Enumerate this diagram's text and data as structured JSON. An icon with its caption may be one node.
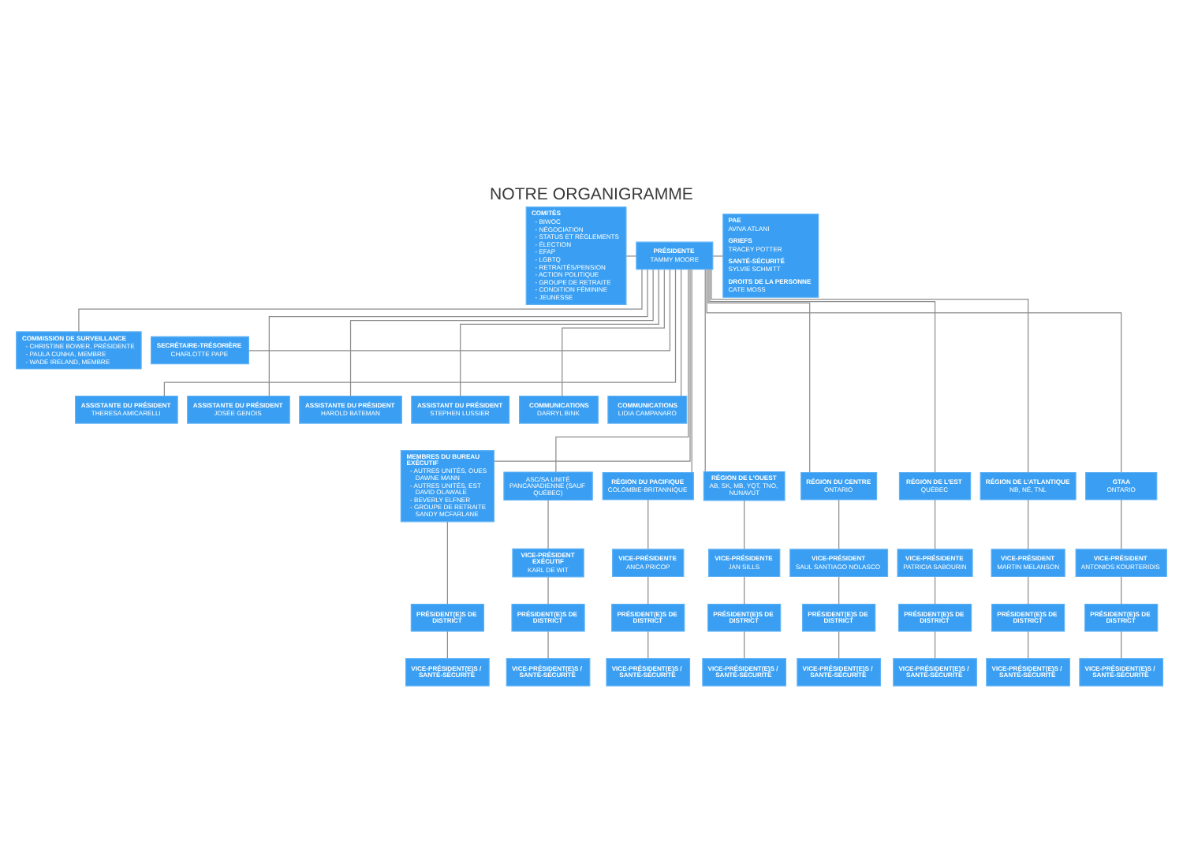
{
  "diagram": {
    "title": "NOTRE ORGANIGRAMME",
    "nodes": [
      {
        "text": [
          "PRÉSIDENTE",
          "TAMMY MOORE"
        ]
      },
      {
        "text": [
          "COMITÉS",
          "- BIWOC",
          "- NÉGOCIATION",
          "- STATUS ET RÈGLEMENTS",
          "- ÉLECTION",
          "- EFAP",
          "- LGBTQ",
          "- RETRAITÉS/PENSION",
          "- ACTION POLITIQUE",
          "- GROUPE DE RETRAITE",
          "- CONDITION FÉMININE",
          "- JEUNESSE"
        ]
      },
      {
        "text": [
          "PAE",
          "AVIVA ATLANI",
          "GRIEFS",
          "TRACEY POTTER",
          "SANTÉ-SÉCURITÉ",
          "SYLVIE SCHMITT",
          "DROITS DE LA PERSONNE",
          "CATE MOSS"
        ]
      },
      {
        "text": [
          "COMMISSION DE SURVEILLANCE",
          "- CHRISTINE BOWER, PRÉSIDENTE",
          "- PAULA CUNHA, MEMBRE",
          "- WADE IRELAND, MEMBRE"
        ]
      },
      {
        "text": [
          "SECRÉTAIRE-TRÉSORIÈRE",
          "CHARLOTTE PAPE"
        ]
      },
      {
        "text": [
          "ASSISTANTE DU PRÉSIDENT",
          "THERESA AMICARELLI"
        ]
      },
      {
        "text": [
          "ASSISTANTE DU PRÉSIDENT",
          "JOSÉE GENOIS"
        ]
      },
      {
        "text": [
          "ASSISTANTE DU PRÉSIDENT",
          "HAROLD BATEMAN"
        ]
      },
      {
        "text": [
          "ASSISTANT DU PRÉSIDENT",
          "STEPHEN LUSSIER"
        ]
      },
      {
        "text": [
          "COMMUNICATIONS",
          "DARRYL BINK"
        ]
      },
      {
        "text": [
          "COMMUNICATIONS",
          "LIDIA CAMPANARO"
        ]
      },
      {
        "text": [
          "MEMBRES DU BUREAU EXÉCUTIF",
          "- AUTRES UNITÉS, OUES DAWNE MANN",
          "- AUTRES UNITÉS, EST DAVID OLAWALE",
          "- BEVERLY ELFNER",
          "- GROUPE DE RETRAITE SANDY MCFARLANE"
        ]
      },
      {
        "text": [
          "PRÉSIDENT(E)S DE DISTRICT"
        ]
      },
      {
        "text": [
          "VICE-PRÉSIDENT(E)S / SANTÉ-SÉCURITÉ"
        ]
      },
      {
        "text": [
          "ASC/SA UNITÉ PANCANADIENNE (SAUF QUÉBEC)"
        ]
      },
      {
        "text": [
          "VICE-PRÉSIDENT EXÉCUTIF",
          "KARL DE WIT"
        ]
      },
      {
        "text": [
          "PRÉSIDENT(E)S DE DISTRICT"
        ]
      },
      {
        "text": [
          "VICE-PRÉSIDENT(E)S / SANTÉ-SÉCURITÉ"
        ]
      },
      {
        "text": [
          "RÉGION DU PACIFIQUE",
          "COLOMBIE-BRITANNIQUE"
        ]
      },
      {
        "text": [
          "VICE-PRÉSIDENTE",
          "ANCA PRICOP"
        ]
      },
      {
        "text": [
          "PRÉSIDENT(E)S DE DISTRICT"
        ]
      },
      {
        "text": [
          "VICE-PRÉSIDENT(E)S / SANTÉ-SÉCURITÉ"
        ]
      },
      {
        "text": [
          "RÉGION DE L'OUEST",
          "AB, SK, MB, YQT, TNO, NUNAVUT"
        ]
      },
      {
        "text": [
          "VICE-PRÉSIDENTE",
          "JAN SILLS"
        ]
      },
      {
        "text": [
          "PRÉSIDENT(E)S DE DISTRICT"
        ]
      },
      {
        "text": [
          "VICE-PRÉSIDENT(E)S / SANTÉ-SÉCURITÉ"
        ]
      },
      {
        "text": [
          "RÉGION DU CENTRE",
          "ONTARIO"
        ]
      },
      {
        "text": [
          "VICE-PRÉSIDENT",
          "SAUL SANTIAGO NOLASCO"
        ]
      },
      {
        "text": [
          "PRÉSIDENT(E)S DE DISTRICT"
        ]
      },
      {
        "text": [
          "VICE-PRÉSIDENT(E)S / SANTÉ-SÉCURITÉ"
        ]
      },
      {
        "text": [
          "RÉGION DE L'EST",
          "QUÉBEC"
        ]
      },
      {
        "text": [
          "VICE-PRÉSIDENTE",
          "PATRICIA SABOURIN"
        ]
      },
      {
        "text": [
          "PRÉSIDENT(E)S DE DISTRICT"
        ]
      },
      {
        "text": [
          "VICE-PRÉSIDENT(E)S / SANTÉ-SÉCURITÉ"
        ]
      },
      {
        "text": [
          "RÉGION DE L'ATLANTIQUE",
          "NB, NÉ, TNL"
        ]
      },
      {
        "text": [
          "VICE-PRÉSIDENT",
          "MARTIN MELANSON"
        ]
      },
      {
        "text": [
          "PRÉSIDENT(E)S DE DISTRICT"
        ]
      },
      {
        "text": [
          "VICE-PRÉSIDENT(E)S / SANTÉ-SÉCURITÉ"
        ]
      },
      {
        "text": [
          "GTAA",
          "ONTARIO"
        ]
      },
      {
        "text": [
          "VICE-PRÉSIDENT",
          "ANTONIOS KOURTERIDIS"
        ]
      },
      {
        "text": [
          "PRÉSIDENT(E)S DE DISTRICT"
        ]
      },
      {
        "text": [
          "VICE-PRÉSIDENT(E)S / SANTÉ-SÉCURITÉ"
        ]
      }
    ],
    "edges": [
      {
        "from": 1,
        "to": 0,
        "arrow": "none"
      },
      {
        "from": 0,
        "to": 2,
        "arrow": "none"
      },
      {
        "from": 0,
        "to": 3,
        "arrow": "none"
      },
      {
        "from": 0,
        "to": 4,
        "arrow": "none"
      },
      {
        "from": 0,
        "to": 5,
        "arrow": "none"
      },
      {
        "from": 0,
        "to": 6,
        "arrow": "none"
      },
      {
        "from": 0,
        "to": 7,
        "arrow": "none"
      },
      {
        "from": 0,
        "to": 8,
        "arrow": "none"
      },
      {
        "from": 0,
        "to": 9,
        "arrow": "none"
      },
      {
        "from": 0,
        "to": 10,
        "arrow": "none"
      },
      {
        "from": 0,
        "to": 11,
        "arrow": "none"
      },
      {
        "from": 0,
        "to": 14,
        "arrow": "none"
      },
      {
        "from": 0,
        "to": 18,
        "arrow": "none"
      },
      {
        "from": 0,
        "to": 22,
        "arrow": "none"
      },
      {
        "from": 0,
        "to": 26,
        "arrow": "none"
      },
      {
        "from": 0,
        "to": 30,
        "arrow": "none"
      },
      {
        "from": 0,
        "to": 34,
        "arrow": "none"
      },
      {
        "from": 0,
        "to": 38,
        "arrow": "none"
      },
      {
        "from": 11,
        "to": 12,
        "arrow": "none"
      },
      {
        "from": 12,
        "to": 13,
        "arrow": "none"
      },
      {
        "from": 14,
        "to": 15,
        "arrow": "none"
      },
      {
        "from": 15,
        "to": 16,
        "arrow": "none"
      },
      {
        "from": 16,
        "to": 17,
        "arrow": "none"
      },
      {
        "from": 18,
        "to": 19,
        "arrow": "none"
      },
      {
        "from": 19,
        "to": 20,
        "arrow": "none"
      },
      {
        "from": 20,
        "to": 21,
        "arrow": "none"
      },
      {
        "from": 22,
        "to": 23,
        "arrow": "none"
      },
      {
        "from": 23,
        "to": 24,
        "arrow": "none"
      },
      {
        "from": 24,
        "to": 25,
        "arrow": "none"
      },
      {
        "from": 26,
        "to": 27,
        "arrow": "none"
      },
      {
        "from": 27,
        "to": 28,
        "arrow": "none"
      },
      {
        "from": 28,
        "to": 29,
        "arrow": "none"
      },
      {
        "from": 30,
        "to": 31,
        "arrow": "none"
      },
      {
        "from": 31,
        "to": 32,
        "arrow": "none"
      },
      {
        "from": 32,
        "to": 33,
        "arrow": "none"
      },
      {
        "from": 34,
        "to": 35,
        "arrow": "none"
      },
      {
        "from": 35,
        "to": 36,
        "arrow": "none"
      },
      {
        "from": 36,
        "to": 37,
        "arrow": "none"
      },
      {
        "from": 38,
        "to": 39,
        "arrow": "none"
      },
      {
        "from": 39,
        "to": 40,
        "arrow": "none"
      },
      {
        "from": 40,
        "to": 41,
        "arrow": "none"
      }
    ]
  }
}
